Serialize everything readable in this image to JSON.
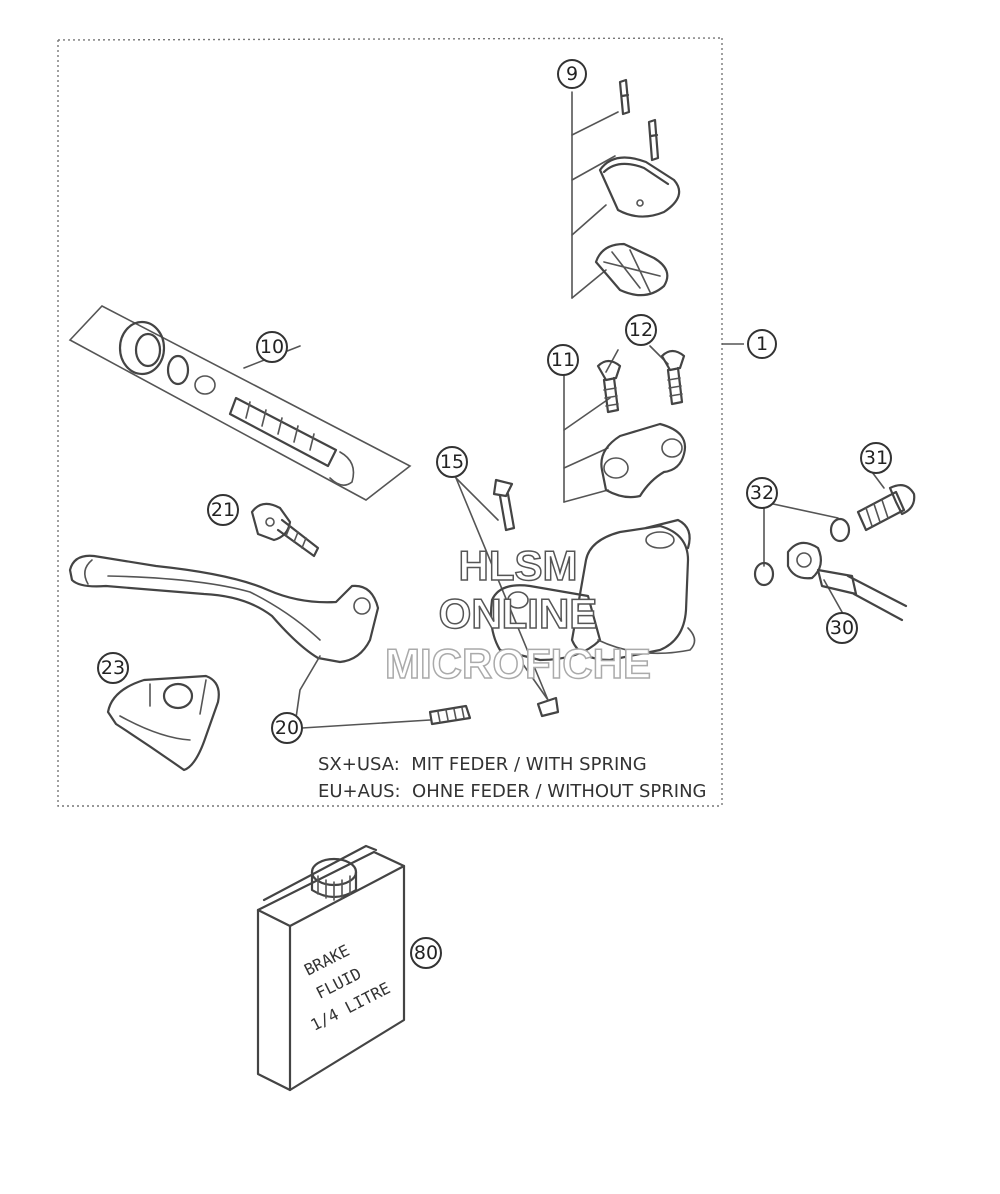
{
  "callouts": [
    {
      "id": "1",
      "label": "1"
    },
    {
      "id": "9",
      "label": "9"
    },
    {
      "id": "10",
      "label": "10"
    },
    {
      "id": "11",
      "label": "11"
    },
    {
      "id": "12",
      "label": "12"
    },
    {
      "id": "15",
      "label": "15"
    },
    {
      "id": "20",
      "label": "20"
    },
    {
      "id": "21",
      "label": "21"
    },
    {
      "id": "23",
      "label": "23"
    },
    {
      "id": "30",
      "label": "30"
    },
    {
      "id": "31",
      "label": "31"
    },
    {
      "id": "32",
      "label": "32"
    },
    {
      "id": "80",
      "label": "80"
    }
  ],
  "notes": {
    "line1": "SX+USA:  MIT FEDER / WITH SPRING",
    "line2": "EU+AUS:  OHNE FEDER / WITHOUT SPRING"
  },
  "can_label": {
    "line1": "BRAKE",
    "line2": "FLUID",
    "line3": "1/4 LITRE"
  },
  "watermark": {
    "line1": "HLSM",
    "line2": "ONLINE",
    "line3": "MICROFICHE"
  }
}
